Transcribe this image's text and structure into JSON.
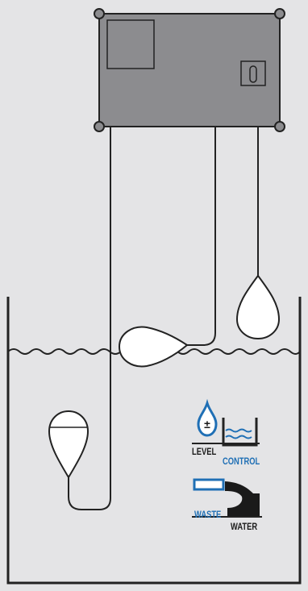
{
  "icons": {
    "level_control": {
      "name": "level-control-icon",
      "label_left": "LEVEL",
      "label_right": "CONTROL",
      "color_left": "#1a1a1a",
      "color_right": "#1f6fb5"
    },
    "waste_water": {
      "name": "waste-water-icon",
      "label_left": "WASTE",
      "label_right": "WATER",
      "color_left": "#1f6fb5",
      "color_right": "#1a1a1a"
    }
  },
  "colors": {
    "background": "#e4e4e6",
    "panel": "#8c8c8f",
    "stroke": "#222222",
    "float": "#ffffff",
    "accent": "#1f6fb5"
  }
}
